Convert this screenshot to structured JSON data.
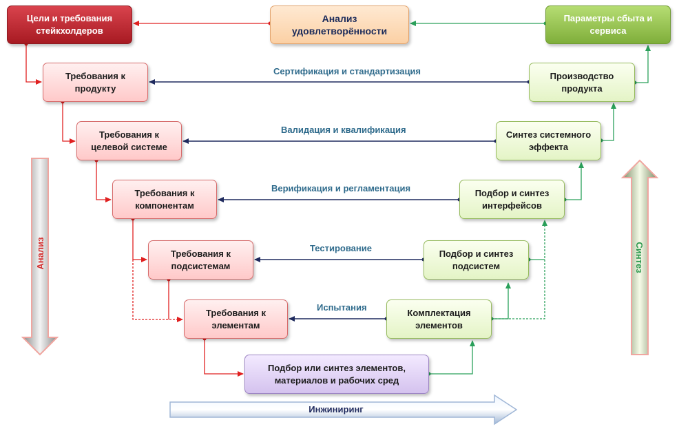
{
  "nodes": {
    "goals": "Цели и требования\nстейкхолдеров",
    "analysis_satisfaction": "Анализ\nудовлетворённости",
    "sales_params": "Параметры сбыта и\nсервиса",
    "req_product": "Требования к\nпродукту",
    "req_target_system": "Требования к\nцелевой системе",
    "req_components": "Требования к\nкомпонентам",
    "req_subsystems": "Требования к\nподсистемам",
    "req_elements": "Требования к\nэлементам",
    "selection_elements": "Подбор или синтез элементов,\nматериалов и рабочих сред",
    "product_production": "Производство\nпродукта",
    "system_effect_synthesis": "Синтез системного\nэффекта",
    "interfaces": "Подбор и синтез\nинтерфейсов",
    "subsystems": "Подбор и синтез\nподсистем",
    "components_assembly": "Комплектация\nэлементов"
  },
  "links": {
    "certification": "Сертификация и стандартизация",
    "validation": "Валидация и квалификация",
    "verification": "Верификация и регламентация",
    "testing": "Тестирование",
    "trials": "Испытания"
  },
  "side": {
    "analysis": "Анализ",
    "synthesis": "Синтез",
    "engineering": "Инжиниринг"
  },
  "colors": {
    "red_line": "#e02020",
    "green_line": "#2aa05a",
    "navy_line": "#1f2a5e",
    "link_text": "#2f6b8c"
  }
}
